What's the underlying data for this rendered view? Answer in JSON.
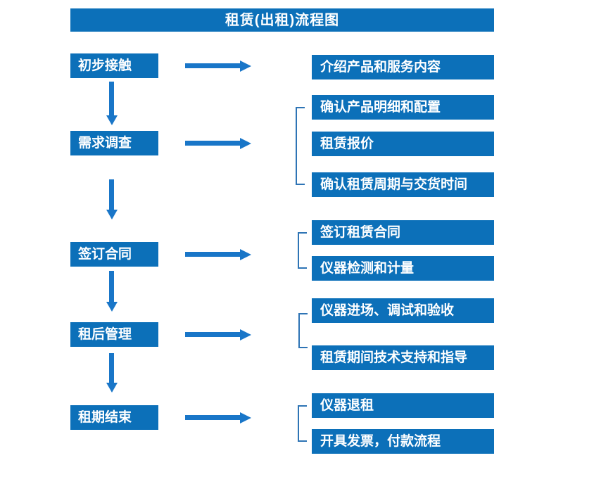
{
  "title": "租赁(出租)流程图",
  "colors": {
    "box_blue": "#0c70b9",
    "arrow_blue": "#1976c8",
    "bracket_blue": "#2e74b5",
    "text_white": "#ffffff"
  },
  "steps": [
    {
      "label": "初步接触",
      "details": [
        "介绍产品和服务内容"
      ]
    },
    {
      "label": "需求调查",
      "details": [
        "确认产品明细和配置",
        "租赁报价",
        "确认租赁周期与交货时间"
      ]
    },
    {
      "label": "签订合同",
      "details": [
        "签订租赁合同",
        "仪器检测和计量"
      ]
    },
    {
      "label": "租后管理",
      "details": [
        "仪器进场、调试和验收",
        "租赁期间技术支持和指导"
      ]
    },
    {
      "label": "租期结束",
      "details": [
        "仪器退租",
        "开具发票，付款流程"
      ]
    }
  ]
}
